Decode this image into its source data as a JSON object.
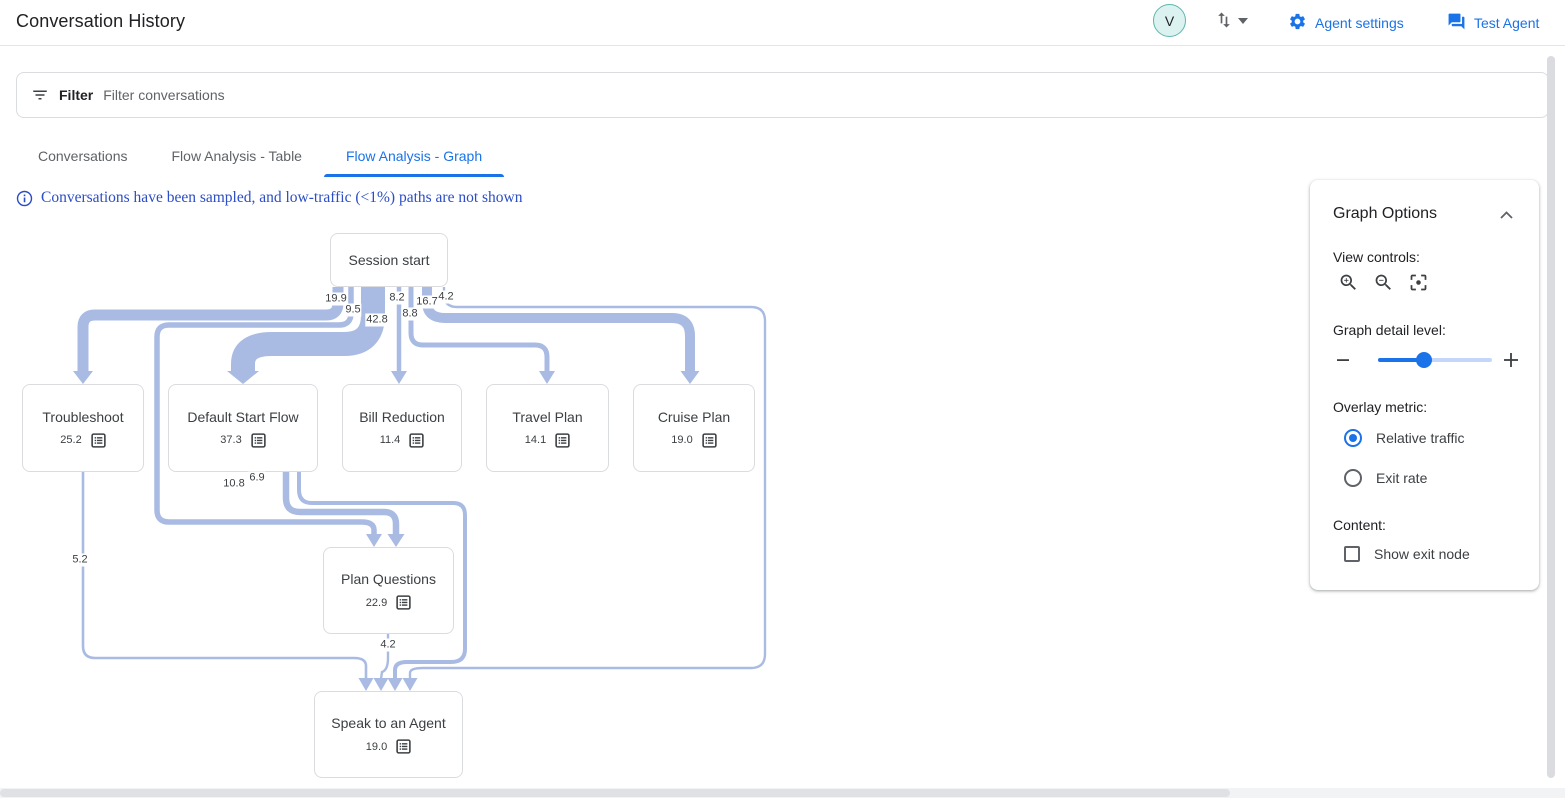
{
  "header": {
    "title": "Conversation History",
    "avatar_initial": "V",
    "agent_settings_label": "Agent settings",
    "test_agent_label": "Test Agent"
  },
  "filter": {
    "label": "Filter",
    "placeholder": "Filter conversations"
  },
  "tabs": [
    {
      "label": "Conversations",
      "active": false
    },
    {
      "label": "Flow Analysis - Table",
      "active": false
    },
    {
      "label": "Flow Analysis - Graph",
      "active": true
    }
  ],
  "notice": "Conversations have been sampled, and low-traffic (<1%) paths are not shown",
  "graph_options": {
    "title": "Graph Options",
    "view_controls_label": "View controls:",
    "detail_label": "Graph detail level:",
    "detail_value_pct": 40,
    "overlay_label": "Overlay metric:",
    "overlay_options": [
      {
        "label": "Relative traffic",
        "selected": true
      },
      {
        "label": "Exit rate",
        "selected": false
      }
    ],
    "content_label": "Content:",
    "show_exit_node_label": "Show exit node",
    "show_exit_node_checked": false
  },
  "colors": {
    "accent": "#1a73e8",
    "edge": "#a9bbe3",
    "node_border": "#dadce0",
    "notice_blue": "#2b4dc5",
    "avatar_ring": "#5bb7ae"
  },
  "chart_data": {
    "type": "flow-graph",
    "title": "Flow Analysis - Graph",
    "overlay_metric": "Relative traffic",
    "nodes": [
      {
        "id": "session_start",
        "label": "Session start",
        "value": null
      },
      {
        "id": "troubleshoot",
        "label": "Troubleshoot",
        "value": "25.2"
      },
      {
        "id": "default_start_flow",
        "label": "Default Start Flow",
        "value": "37.3"
      },
      {
        "id": "bill_reduction",
        "label": "Bill Reduction",
        "value": "11.4"
      },
      {
        "id": "travel_plan",
        "label": "Travel Plan",
        "value": "14.1"
      },
      {
        "id": "cruise_plan",
        "label": "Cruise Plan",
        "value": "19.0"
      },
      {
        "id": "plan_questions",
        "label": "Plan Questions",
        "value": "22.9"
      },
      {
        "id": "speak_to_agent",
        "label": "Speak to an Agent",
        "value": "19.0"
      }
    ],
    "edges": [
      {
        "from": "session_start",
        "to": "troubleshoot",
        "value": "19.9"
      },
      {
        "from": "session_start",
        "to": "plan_questions",
        "value": "9.5"
      },
      {
        "from": "session_start",
        "to": "default_start_flow",
        "value": "42.8"
      },
      {
        "from": "session_start",
        "to": "bill_reduction",
        "value": "8.2"
      },
      {
        "from": "session_start",
        "to": "travel_plan",
        "value": "8.8"
      },
      {
        "from": "session_start",
        "to": "cruise_plan",
        "value": "16.7"
      },
      {
        "from": "session_start",
        "to": "speak_to_agent",
        "value": "4.2"
      },
      {
        "from": "default_start_flow",
        "to": "plan_questions",
        "value": "10.8"
      },
      {
        "from": "default_start_flow",
        "to": "speak_to_agent",
        "value": "6.9"
      },
      {
        "from": "troubleshoot",
        "to": "speak_to_agent",
        "value": "5.2"
      },
      {
        "from": "plan_questions",
        "to": "speak_to_agent",
        "value": "4.2"
      }
    ]
  }
}
